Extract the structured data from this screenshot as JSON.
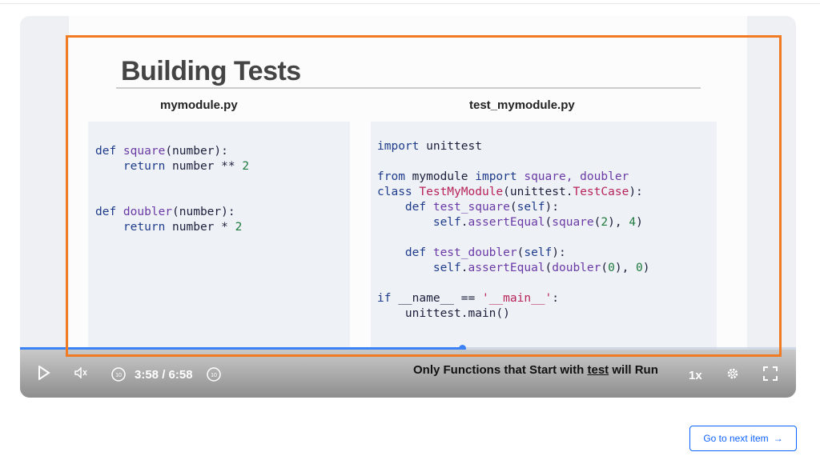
{
  "slide": {
    "title": "Building Tests",
    "left_file": "mymodule.py",
    "right_file": "test_mymodule.py",
    "left_code": [
      [
        [
          "def ",
          "kw"
        ],
        [
          "square",
          "fn"
        ],
        [
          "(number):",
          ""
        ]
      ],
      [
        [
          "    return ",
          "kw"
        ],
        [
          "number ** ",
          ""
        ],
        [
          "2",
          "num"
        ]
      ],
      [],
      [],
      [
        [
          "def ",
          "kw"
        ],
        [
          "doubler",
          "fn"
        ],
        [
          "(number):",
          ""
        ]
      ],
      [
        [
          "    return ",
          "kw"
        ],
        [
          "number * ",
          ""
        ],
        [
          "2",
          "num"
        ]
      ]
    ],
    "right_code": [
      [
        [
          "import ",
          "kw"
        ],
        [
          "unittest",
          ""
        ]
      ],
      [],
      [
        [
          "from ",
          "kw"
        ],
        [
          "mymodule ",
          ""
        ],
        [
          "import ",
          "kw"
        ],
        [
          "square, doubler",
          "fn"
        ]
      ],
      [
        [
          "class ",
          "kw"
        ],
        [
          "TestMyModule",
          "cls"
        ],
        [
          "(unittest.",
          ""
        ],
        [
          "TestCase",
          "cls"
        ],
        [
          "):",
          ""
        ]
      ],
      [
        [
          "    def ",
          "kw"
        ],
        [
          "test_square",
          "fn"
        ],
        [
          "(",
          ""
        ],
        [
          "self",
          "kw"
        ],
        [
          "):",
          ""
        ]
      ],
      [
        [
          "        self",
          "kw"
        ],
        [
          ".",
          ""
        ],
        [
          "assertEqual",
          "fn"
        ],
        [
          "(",
          ""
        ],
        [
          "square",
          "fn"
        ],
        [
          "(",
          ""
        ],
        [
          "2",
          "num"
        ],
        [
          "), ",
          ""
        ],
        [
          "4",
          "num"
        ],
        [
          ")",
          ""
        ]
      ],
      [],
      [
        [
          "    def ",
          "kw"
        ],
        [
          "test_doubler",
          "fn"
        ],
        [
          "(",
          ""
        ],
        [
          "self",
          "kw"
        ],
        [
          "):",
          ""
        ]
      ],
      [
        [
          "        self",
          "kw"
        ],
        [
          ".",
          ""
        ],
        [
          "assertEqual",
          "fn"
        ],
        [
          "(",
          ""
        ],
        [
          "doubler",
          "fn"
        ],
        [
          "(",
          ""
        ],
        [
          "0",
          "num"
        ],
        [
          "), ",
          ""
        ],
        [
          "0",
          "num"
        ],
        [
          ")",
          ""
        ]
      ],
      [],
      [
        [
          "if ",
          "kw"
        ],
        [
          "__name__ == ",
          ""
        ],
        [
          "'__main__'",
          "str"
        ],
        [
          ":",
          ""
        ]
      ],
      [
        [
          "    unittest.main()",
          ""
        ]
      ]
    ]
  },
  "player": {
    "progress_percent": 57,
    "current_time": "3:58",
    "separator": " / ",
    "duration": "6:58",
    "caption_before": "Only Functions that Start with ",
    "caption_underlined": "test",
    "caption_after": " will Run",
    "speed": "1x",
    "accent": "#3b82f6"
  },
  "next_button": {
    "label": "Go to next item"
  }
}
